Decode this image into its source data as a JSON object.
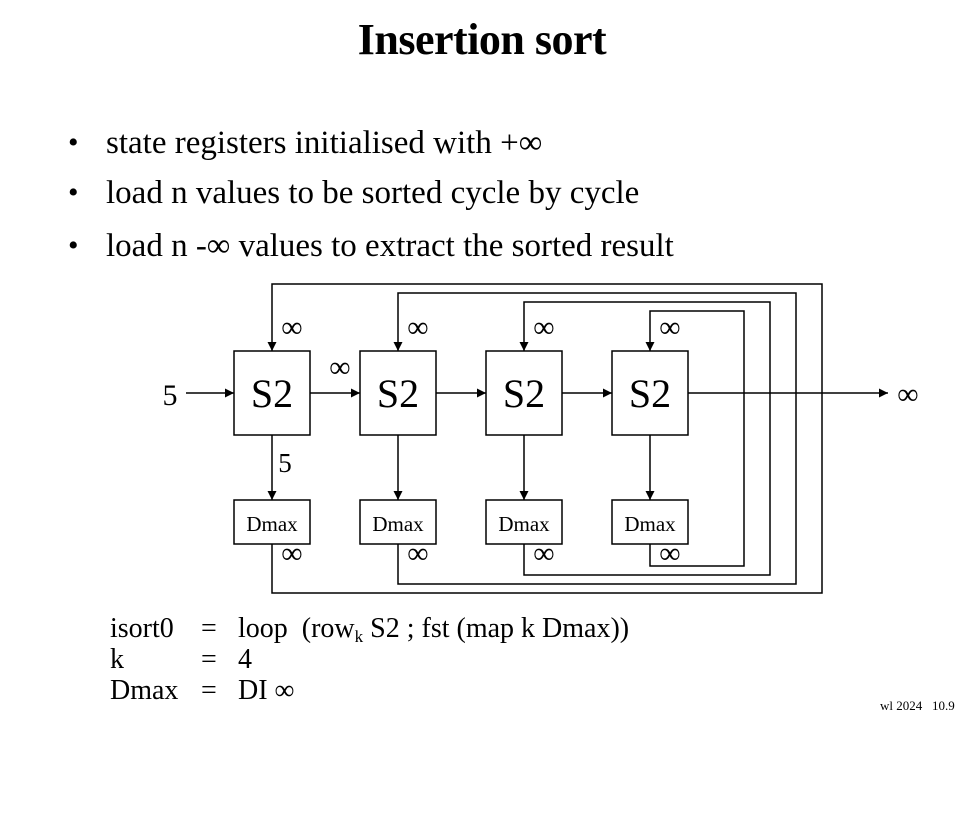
{
  "title": "Insertion sort",
  "bullets": [
    "state registers initialised with +∞",
    "load n values to be sorted cycle by cycle",
    "load n -∞ values to extract the sorted result"
  ],
  "diagram": {
    "input_label": "5",
    "output_label": "∞",
    "first_down_label": "5",
    "link_label": "∞",
    "stages": [
      {
        "name": "S2",
        "top_label": "∞",
        "register": "Dmax",
        "register_label": "∞"
      },
      {
        "name": "S2",
        "top_label": "∞",
        "register": "Dmax",
        "register_label": "∞"
      },
      {
        "name": "S2",
        "top_label": "∞",
        "register": "Dmax",
        "register_label": "∞"
      },
      {
        "name": "S2",
        "top_label": "∞",
        "register": "Dmax",
        "register_label": "∞"
      }
    ]
  },
  "code": {
    "line1": {
      "lhs": "isort0",
      "eq": "=",
      "pre": "loop  (row",
      "sub": "k",
      "post": " S2 ; fst (map k Dmax))"
    },
    "line2": {
      "lhs": "k",
      "eq": "=",
      "rhs": "4"
    },
    "line3": {
      "lhs": "Dmax",
      "eq": "=",
      "rhs": "DI ∞"
    }
  },
  "footer": "wl 2024   10.9"
}
